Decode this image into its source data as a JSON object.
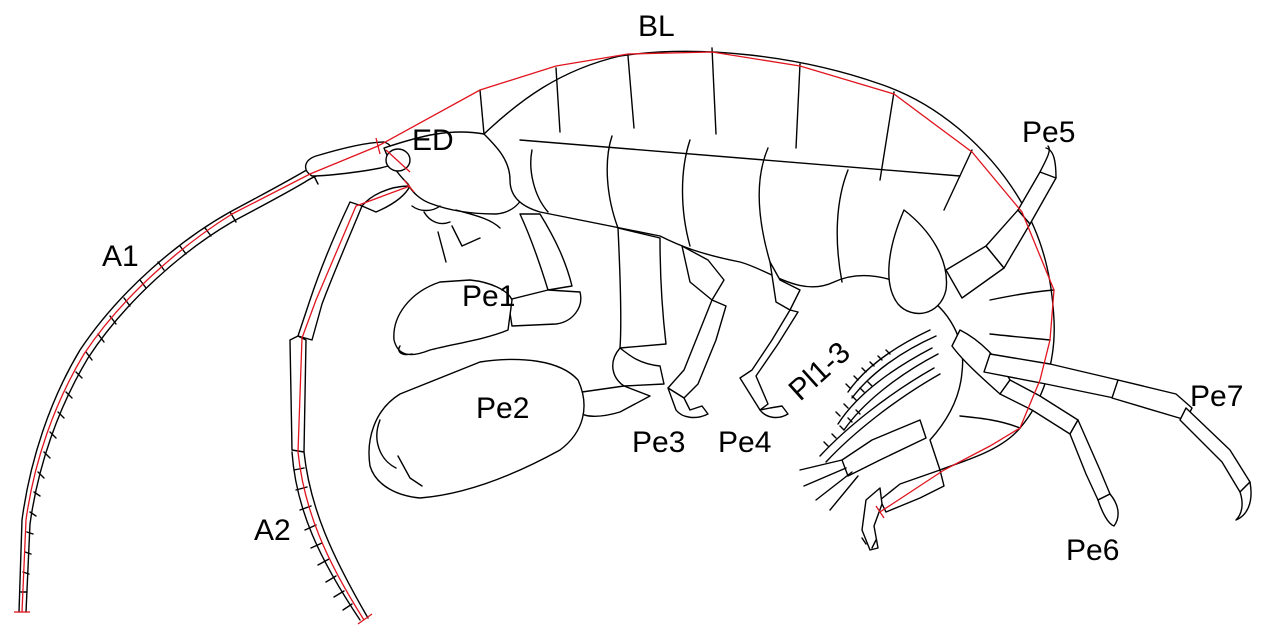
{
  "labels": {
    "body_length": "BL",
    "eye_diameter": "ED",
    "antenna1": "A1",
    "antenna2": "A2",
    "pereopod1": "Pe1",
    "pereopod2": "Pe2",
    "pereopod3": "Pe3",
    "pereopod4": "Pe4",
    "pereopod5": "Pe5",
    "pereopod6": "Pe6",
    "pereopod7": "Pe7",
    "pleopods": "Pl1-3"
  },
  "colors": {
    "outline": "#000000",
    "measurement": "#e0141e",
    "background": "#ffffff"
  }
}
